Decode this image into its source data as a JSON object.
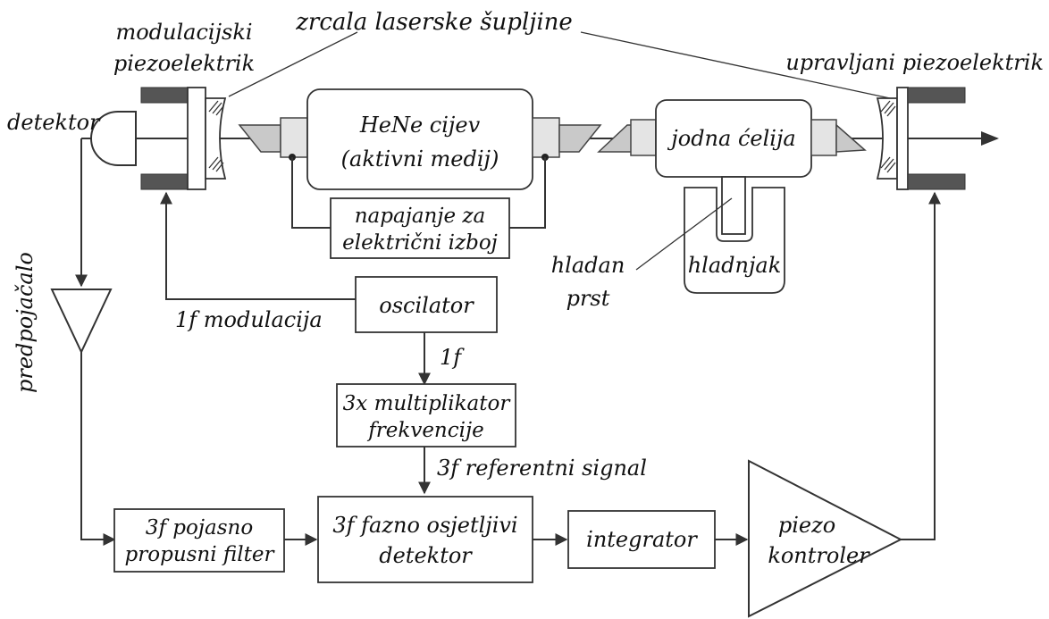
{
  "labels": {
    "mirrors": "zrcala laserske šupljine",
    "mod_piezo_line1": "modulacijski",
    "mod_piezo_line2": "piezoelektrik",
    "ctrl_piezo": "upravljani piezoelektrik",
    "detector": "detektor",
    "hene_line1": "HeNe cijev",
    "hene_line2": "(aktivni medij)",
    "iodine_cell": "jodna ćelija",
    "power_line1": "napajanje za",
    "power_line2": "električni izboj",
    "cold_finger_line1": "hladan",
    "cold_finger_line2": "prst",
    "cooler": "hladnjak",
    "preamp": "predpojačalo",
    "oscillator": "oscilator",
    "modulation": "1f modulacija",
    "f1": "1f",
    "multiplier_line1": "3x multiplikator",
    "multiplier_line2": "frekvencije",
    "ref_signal": "3f referentni signal",
    "bandpass_line1": "3f pojasno",
    "bandpass_line2": "propusni filter",
    "phase_det_line1": "3f fazno osjetljivi",
    "phase_det_line2": "detektor",
    "integrator": "integrator",
    "piezo_ctrl_line1": "piezo",
    "piezo_ctrl_line2": "kontroler"
  }
}
